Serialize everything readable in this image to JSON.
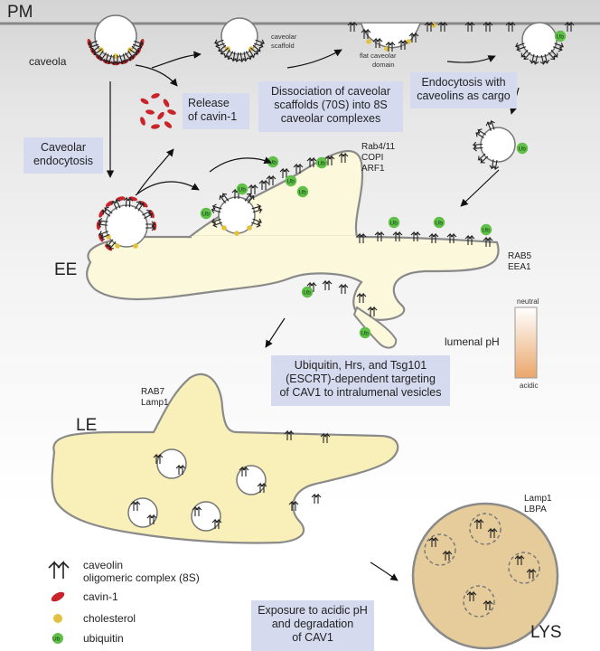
{
  "compartments": {
    "pm": "PM",
    "ee": "EE",
    "le": "LE",
    "lys": "LYS"
  },
  "labels": {
    "caveola": "caveola",
    "caveolar_scaffold_1": "caveolar",
    "caveolar_scaffold_2": "scaffold",
    "flat_domain_1": "flat caveolar",
    "flat_domain_2": "domain",
    "rab4_1": "Rab4/11",
    "rab4_2": "COPI",
    "rab4_3": "ARF1",
    "rab5_1": "RAB5",
    "rab5_2": "EEA1",
    "rab7_1": "RAB7",
    "rab7_2": "Lamp1",
    "lamp1_1": "Lamp1",
    "lamp1_2": "LBPA",
    "ub": "Ub"
  },
  "boxes": {
    "release_1": "Release",
    "release_2": "of cavin-1",
    "dissociation_1": "Dissociation of caveolar",
    "dissociation_2": "scaffolds (70S) into 8S",
    "dissociation_3": "caveolar complexes",
    "endocytosis_cargo_1": "Endocytosis with",
    "endocytosis_cargo_2": "caveolins as cargo",
    "caveolar_endo_1": "Caveolar",
    "caveolar_endo_2": "endocytosis",
    "ubiquitin_1": "Ubiquitin, Hrs, and Tsg101",
    "ubiquitin_2": "(ESCRT)-dependent targeting",
    "ubiquitin_3": "of CAV1 to intralumenal vesicles",
    "exposure_1": "Exposure to acidic pH",
    "exposure_2": "and degradation",
    "exposure_3": "of CAV1"
  },
  "ph_scale": {
    "title": "lumenal pH",
    "top": "neutral",
    "bottom": "acidic"
  },
  "legend": [
    {
      "line1": "caveolin",
      "line2": "oligomeric complex (8S)"
    },
    {
      "line1": "cavin-1"
    },
    {
      "line1": "cholesterol"
    },
    {
      "line1": "ubiquitin"
    }
  ],
  "colors": {
    "cavin": "#c8242a",
    "cholesterol": "#e2c23c",
    "ubiquitin": "#5fbf48",
    "endosome_fill": "#fbf8dc",
    "le_fill": "#f8f0b8",
    "lysosome_fill": "#e6cc9a",
    "box_fill": "#d6daee"
  }
}
